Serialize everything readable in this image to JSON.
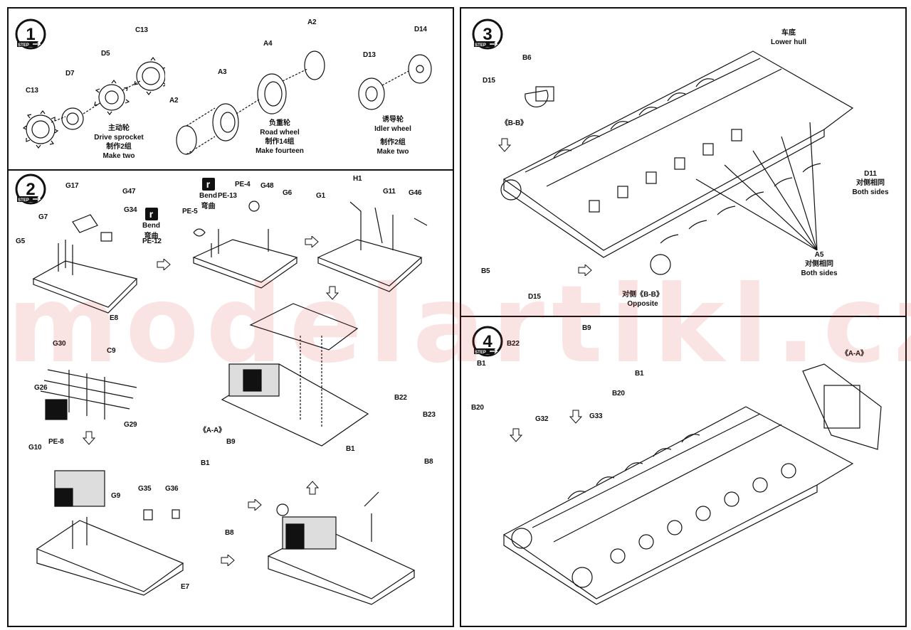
{
  "steps": {
    "s1": {
      "number": "1",
      "step_word": "STEP",
      "labels": {
        "c13a": "C13",
        "c13b": "C13",
        "d7": "D7",
        "d5": "D5",
        "a2a": "A2",
        "a3": "A3",
        "a4": "A4",
        "a2b": "A2",
        "d13": "D13",
        "d14": "D14"
      },
      "drive": {
        "zh": "主动轮",
        "en": "Drive sprocket",
        "make_zh": "制作2组",
        "make_en": "Make two"
      },
      "road": {
        "zh": "负重轮",
        "en": "Road wheel",
        "make_zh": "制作14组",
        "make_en": "Make fourteen"
      },
      "idler": {
        "zh": "诱导轮",
        "en": "Idler wheel",
        "make_zh": "制作2组",
        "make_en": "Make two"
      }
    },
    "s2": {
      "number": "2",
      "step_word": "STEP",
      "labels": {
        "g17": "G17",
        "g47": "G47",
        "g34": "G34",
        "g7": "G7",
        "g5": "G5",
        "pe12": "PE-12",
        "e8": "E8",
        "pe4": "PE-4",
        "g48": "G48",
        "pe13": "PE-13",
        "g6": "G6",
        "pe5": "PE-5",
        "h1": "H1",
        "g1": "G1",
        "g11": "G11",
        "g46": "G46",
        "g30": "G30",
        "c9": "C9",
        "g26": "G26",
        "g29": "G29",
        "pe8": "PE-8",
        "g10": "G10",
        "g9": "G9",
        "g35": "G35",
        "g36": "G36",
        "e7": "E7",
        "aa": "《A-A》",
        "b1a": "B1",
        "b9": "B9",
        "b8a": "B8",
        "b22": "B22",
        "b23": "B23",
        "b1b": "B1",
        "b8b": "B8"
      },
      "bend_a": {
        "icon": "r",
        "en": "Bend",
        "zh": "弯曲"
      },
      "bend_b": {
        "icon": "r",
        "en": "Bend",
        "zh": "弯曲"
      }
    },
    "s3": {
      "number": "3",
      "step_word": "STEP",
      "hull_zh": "车底",
      "hull_en": "Lower hull",
      "labels": {
        "b6": "B6",
        "d15a": "D15",
        "bb": "《B-B》",
        "b5": "B5",
        "d15b": "D15"
      },
      "d11": {
        "code": "D11",
        "zh": "对侧相同",
        "en": "Both sides"
      },
      "a5": {
        "code": "A5",
        "zh": "对侧相同",
        "en": "Both sides"
      },
      "opposite": {
        "zh": "对侧《B-B》",
        "en": "Opposite"
      }
    },
    "s4": {
      "number": "4",
      "step_word": "STEP",
      "labels": {
        "b22": "B22",
        "b1a": "B1",
        "b20a": "B20",
        "b9": "B9",
        "b1b": "B1",
        "b20b": "B20",
        "g32": "G32",
        "g33": "G33",
        "aa": "《A-A》"
      }
    }
  },
  "watermark": "modelartikl.cz"
}
